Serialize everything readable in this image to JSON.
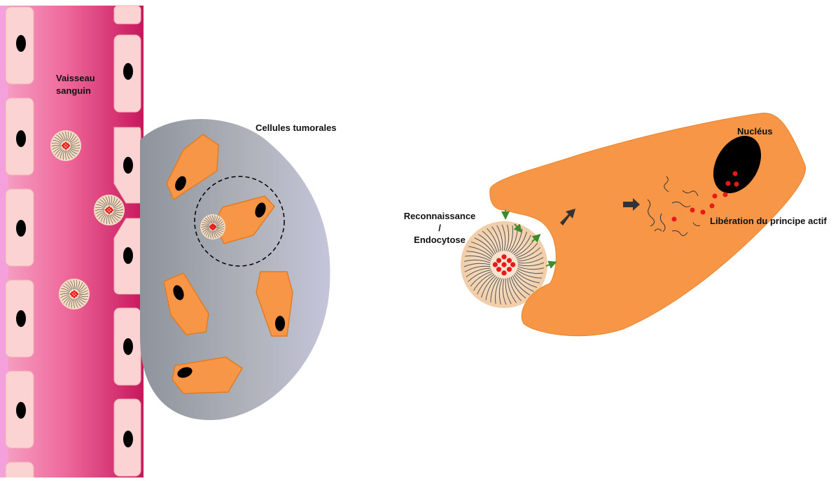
{
  "labels": {
    "vessel_line1": "Vaisseau",
    "vessel_line2": "sanguin",
    "tumor_cells": "Cellules tumorales",
    "recognition_line1": "Reconnaissance",
    "recognition_line2": "/",
    "recognition_line3": "Endocytose",
    "nucleus": "Nucléus",
    "release": "Libération du principe actif"
  },
  "colors": {
    "vessel_light": "#f7a8c8",
    "vessel_dark": "#c8175d",
    "endothelial_cell": "#fbd6d6",
    "tumor_cell": "#f79646",
    "tumor_mass": "#a9adb8",
    "drug": "#e8191b",
    "nucleus": "#000000",
    "receptor_arrow": "#3f8a2a",
    "nanoparticle_shell": "#f6dcc0"
  }
}
